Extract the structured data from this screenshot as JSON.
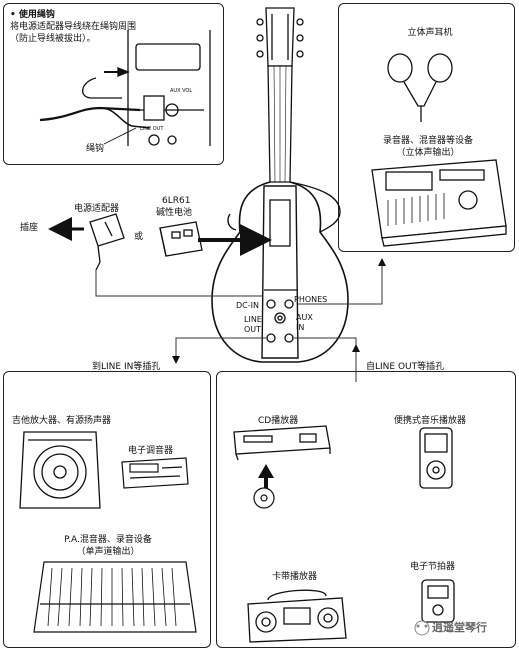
{
  "strap_box": {
    "heading": "• 使用绳钩",
    "desc_line1": "将电源适配器导线绕在绳钩周围",
    "desc_line2": "（防止导线被拔出）。",
    "hook_label": "绳钩",
    "panel_text_aux": "AUX VOL",
    "panel_text_lineout": "LINE OUT"
  },
  "stereo_box": {
    "headphones_label": "立体声耳机",
    "recorder_label_line1": "录音器、混音器等设备",
    "recorder_label_line2": "（立体声输出）"
  },
  "power": {
    "socket_label": "插座",
    "adapter_label": "电源适配器",
    "or_label": "或",
    "battery_label_line1": "6LR61",
    "battery_label_line2": "碱性电池"
  },
  "guitar_jacks": {
    "dc_in": "DC-IN",
    "phones": "PHONES",
    "line_out_1": "LINE",
    "line_out_2": "OUT",
    "aux_in_1": "AUX",
    "aux_in_2": "IN"
  },
  "routing": {
    "to_line_in": "到LINE IN等插孔",
    "from_line_out": "自LINE OUT等插孔"
  },
  "output_box": {
    "amp_label": "吉他放大器、有源扬声器",
    "tuner_label": "电子调音器",
    "pa_label_line1": "P.A.混音器、录音设备",
    "pa_label_line2": "（单声道输出）"
  },
  "input_box": {
    "cd_label": "CD播放器",
    "portable_label": "便携式音乐播放器",
    "cassette_label": "卡带播放器",
    "metronome_label": "电子节拍器"
  },
  "watermark": {
    "text": "逍遥堂琴行"
  }
}
